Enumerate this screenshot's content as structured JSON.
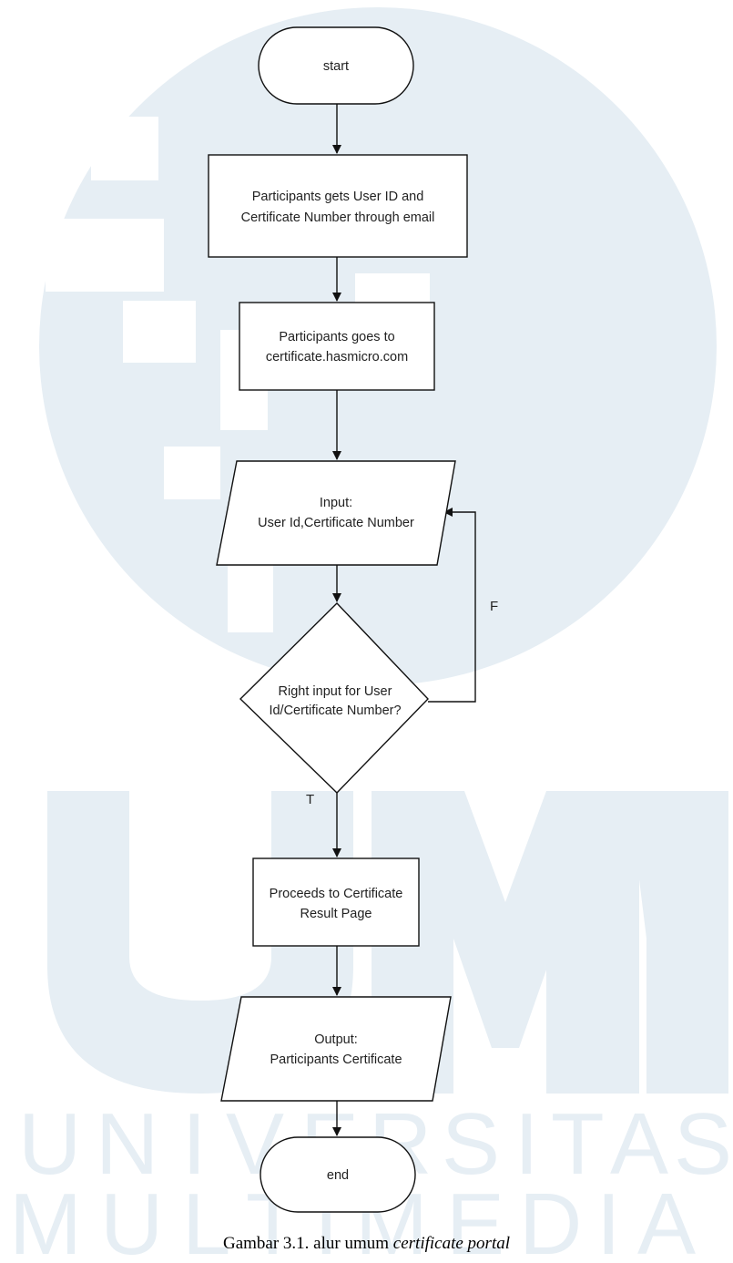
{
  "watermark": {
    "color": "#e6eef4",
    "letters_row1": [
      "U",
      "N",
      "I",
      "V",
      "E",
      "R",
      "S",
      "I",
      "T",
      "A",
      "S"
    ],
    "letters_row2": [
      "M",
      "U",
      "L",
      "T",
      "I",
      "M",
      "E",
      "D",
      "I",
      "A"
    ]
  },
  "flowchart": {
    "start": "start",
    "step1": [
      "Participants gets User ID and",
      "Certificate Number through email"
    ],
    "step2": [
      "Participants goes to",
      "certificate.hasmicro.com"
    ],
    "input": [
      "Input:",
      "User Id,Certificate Number"
    ],
    "decision": [
      "Right input for User",
      "Id/Certificate Number?"
    ],
    "label_false": "F",
    "label_true": "T",
    "step3": [
      "Proceeds to Certificate",
      "Result Page"
    ],
    "output": [
      "Output:",
      "Participants Certificate"
    ],
    "end": "end"
  },
  "caption": {
    "prefix": "Gambar 3.1. alur umum ",
    "emphasis": "certificate portal"
  }
}
